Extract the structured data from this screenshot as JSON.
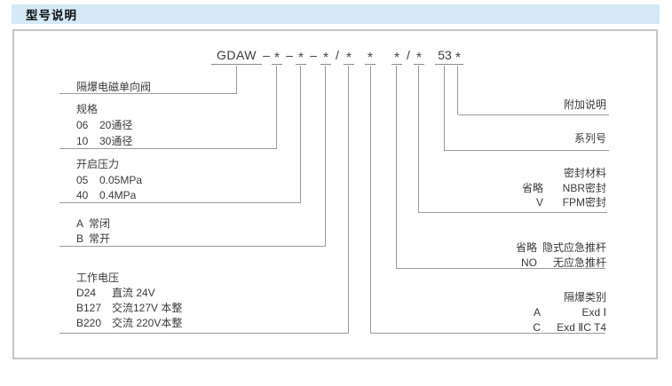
{
  "header": {
    "title": "型号说明"
  },
  "code_row": {
    "segments": [
      "GDAW",
      "–",
      "*",
      "–",
      "*",
      "–",
      "*",
      "/",
      "*",
      "*",
      "*",
      "/",
      "*",
      "53",
      "*"
    ]
  },
  "left_blocks": [
    {
      "title": "隔爆电磁单向阀",
      "items": []
    },
    {
      "title": "规格",
      "items": [
        {
          "code": "06",
          "desc": "20通径"
        },
        {
          "code": "10",
          "desc": "30通径"
        }
      ]
    },
    {
      "title": "开启压力",
      "items": [
        {
          "code": "05",
          "desc": "0.05MPa"
        },
        {
          "code": "40",
          "desc": "0.4MPa"
        }
      ]
    },
    {
      "title": "",
      "items": [
        {
          "code": "A",
          "desc": "常闭"
        },
        {
          "code": "B",
          "desc": "常开"
        }
      ]
    },
    {
      "title": "工作电压",
      "items": [
        {
          "code": "D24",
          "desc": "直流 24V"
        },
        {
          "code": "B127",
          "desc": "交流127V 本整"
        },
        {
          "code": "B220",
          "desc": "交流 220V本整"
        }
      ]
    }
  ],
  "right_blocks": [
    {
      "title": "附加说明",
      "items": []
    },
    {
      "title": "系列号",
      "items": []
    },
    {
      "title": "密封材料",
      "items": [
        {
          "code": "省略",
          "desc": "NBR密封"
        },
        {
          "code": "V",
          "desc": "FPM密封"
        }
      ]
    },
    {
      "title": "",
      "items": [
        {
          "code": "省略",
          "desc": "隐式应急推杆"
        },
        {
          "code": "NO",
          "desc": "无应急推杆"
        }
      ]
    },
    {
      "title": "隔爆类别",
      "items": [
        {
          "code": "A",
          "desc": "Exd Ⅰ"
        },
        {
          "code": "C",
          "desc": "Exd ⅡC T4"
        }
      ]
    }
  ]
}
